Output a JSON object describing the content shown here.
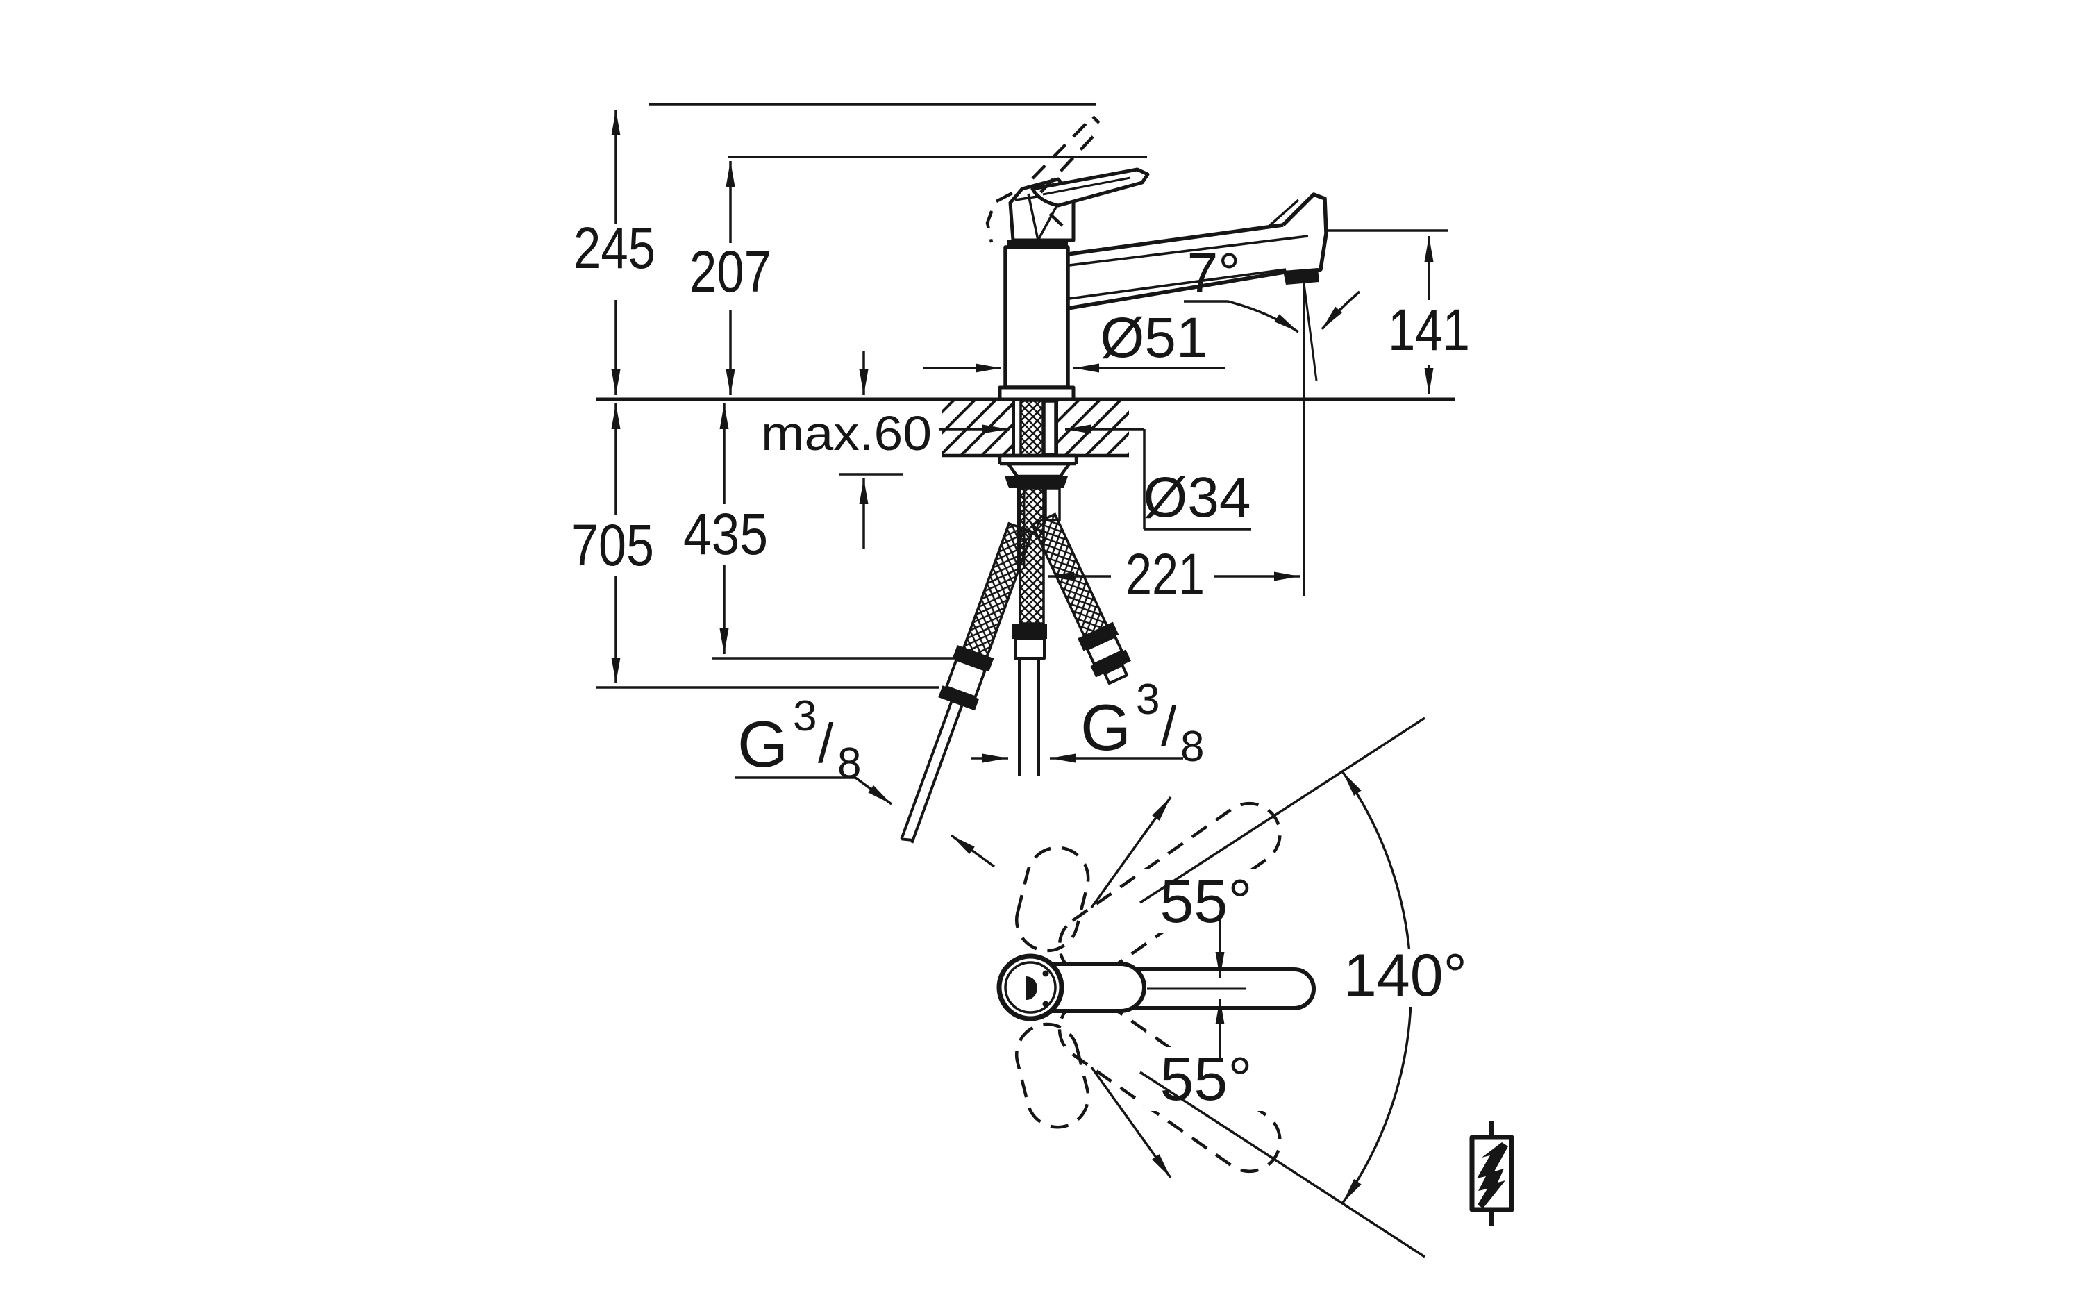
{
  "meta": {
    "type": "technical-dimension-drawing",
    "subject": "single-lever kitchen sink mixer faucet, front section and top swivel view"
  },
  "colors": {
    "background": "#ffffff",
    "line": "#161616"
  },
  "front_view": {
    "overall_height": "245",
    "spout_tip_height": "207",
    "outlet_height": "141",
    "spout_reach": "221",
    "under_counter_depth": "705",
    "hose_depth": "435",
    "max_counter_thickness": "max.60",
    "body_diameter": "Ø51",
    "hole_diameter": "Ø34",
    "spout_angle": "7°",
    "hose_thread": {
      "prefix": "G",
      "sup": "3",
      "slash": "/",
      "sub": "8"
    },
    "stud_thread": {
      "prefix": "G",
      "sup": "3",
      "slash": "/",
      "sub": "8"
    }
  },
  "top_view": {
    "swivel_upper": "55°",
    "swivel_lower": "55°",
    "swivel_total": "140°"
  },
  "symbols": {
    "electric_water_heater_suitability": "lightning-bolt-in-frame"
  }
}
